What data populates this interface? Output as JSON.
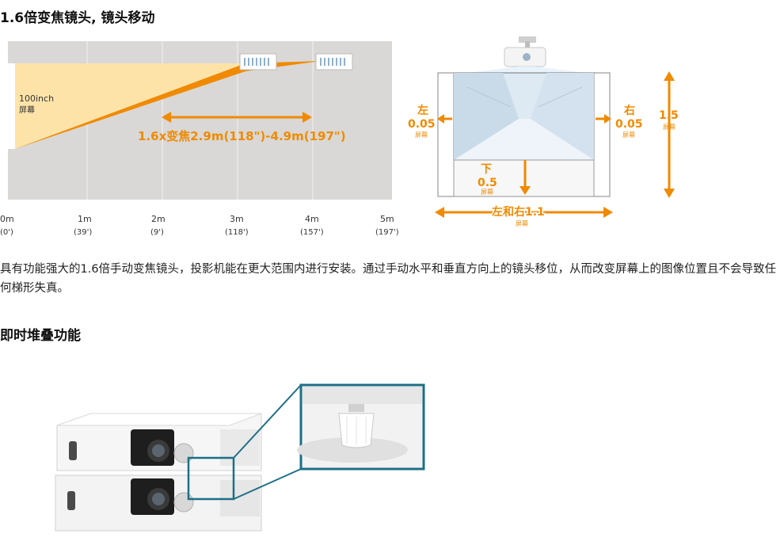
{
  "section1": {
    "title": "1.6倍变焦镜头, 镜头移动",
    "zoom_diagram": {
      "screen_label": [
        "100inch",
        "屏幕"
      ],
      "zoom_label": "1.6x变焦2.9m(118\")-4.9m(197\")",
      "ticks": [
        {
          "m": "0m",
          "ft": "(0')"
        },
        {
          "m": "1m",
          "ft": "(39')"
        },
        {
          "m": "2m",
          "ft": "(9')"
        },
        {
          "m": "3m",
          "ft": "(118')"
        },
        {
          "m": "4m",
          "ft": "(157')"
        },
        {
          "m": "5m",
          "ft": "(197')"
        }
      ]
    },
    "shift_diagram": {
      "left": {
        "dir": "左",
        "value": "0.05",
        "unit": "屏幕"
      },
      "right": {
        "dir": "右",
        "value": "0.05",
        "unit": "屏幕"
      },
      "height": {
        "value": "1.5",
        "unit": "屏幕"
      },
      "down": {
        "dir": "下",
        "value": "0.5",
        "unit": "屏幕"
      },
      "horizontal": {
        "text": "左和右1.1",
        "unit": "屏幕"
      }
    },
    "paragraph": "具有功能强大的1.6倍手动变焦镜头，投影机能在更大范围内进行安装。通过手动水平和垂直方向上的镜头移位，从而改变屏幕上的图像位置且不会导致任何梯形失真。"
  },
  "section2": {
    "title": "即时堆叠功能"
  },
  "colors": {
    "accent": "#f08a00",
    "light_orange": "#fde3a8",
    "panel_gray": "#d9d8d6",
    "zoom_frame": "#1d6f86"
  }
}
